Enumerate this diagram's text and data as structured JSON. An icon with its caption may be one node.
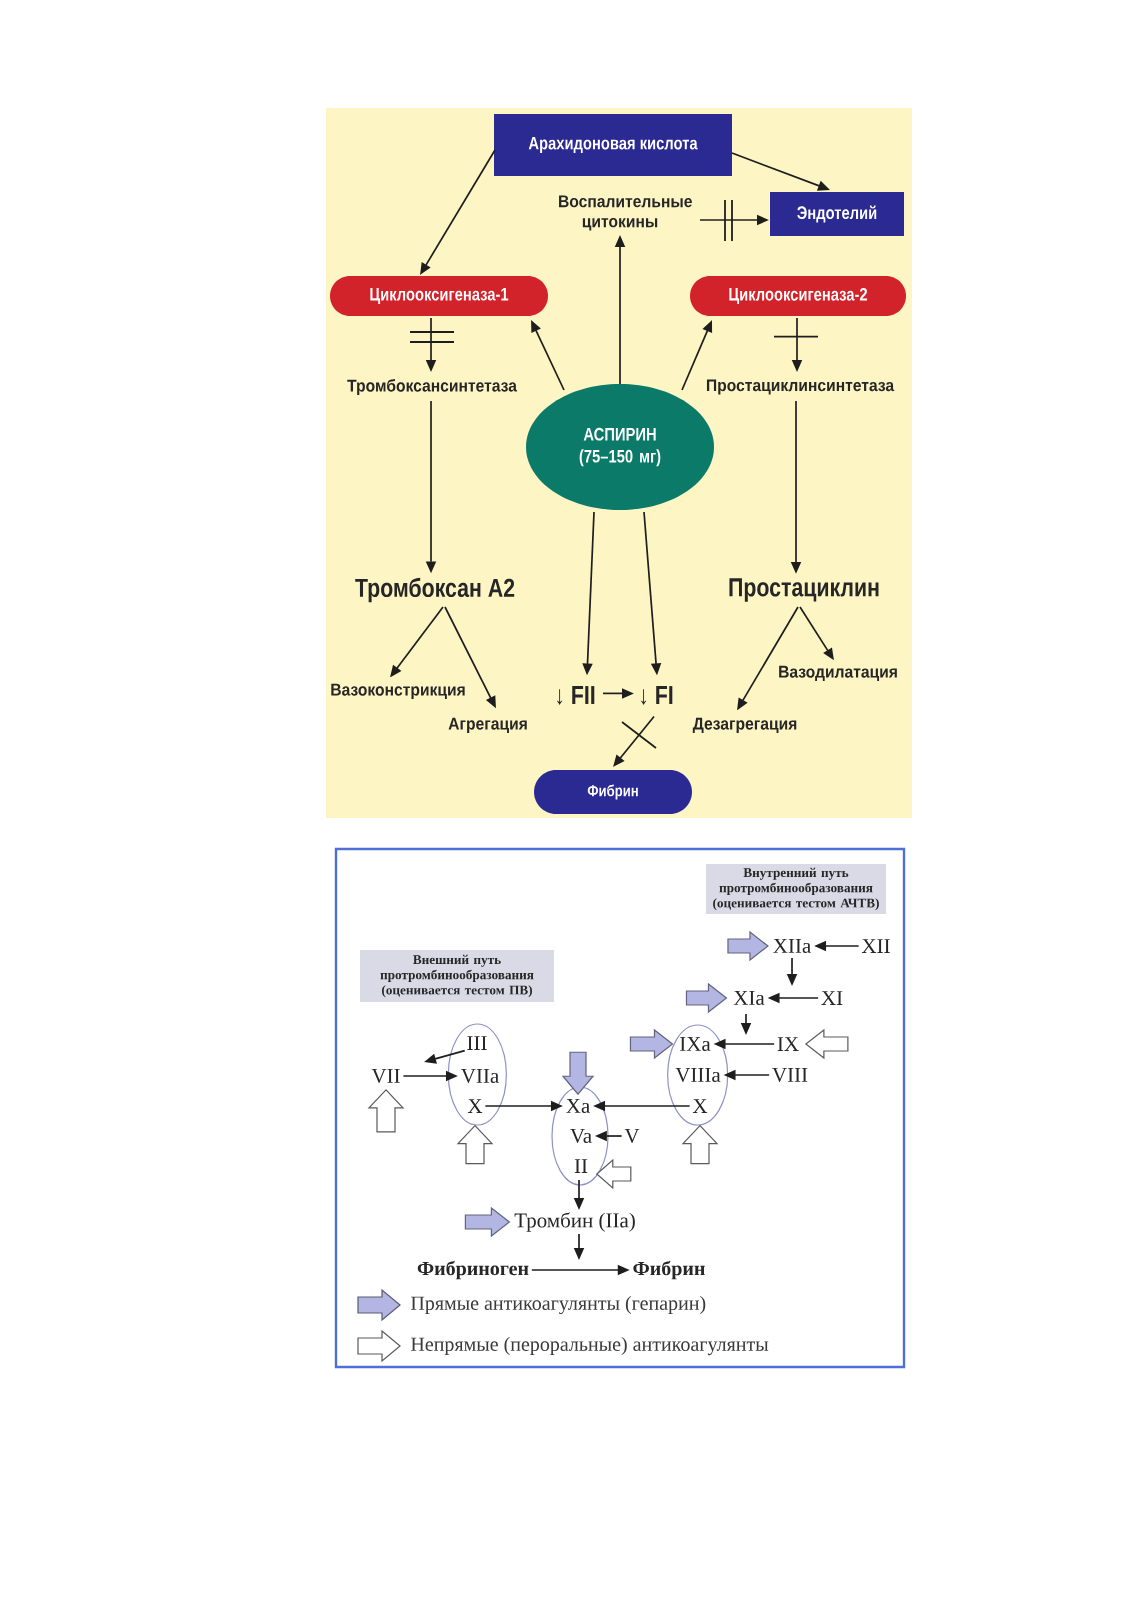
{
  "diagram": {
    "nodes": [
      {
        "text": [
          "Арахидоновая кислота"
        ]
      },
      {
        "text": [
          "Воспалительные цитокины"
        ]
      },
      {
        "text": [
          "Эндотелий"
        ]
      },
      {
        "text": [
          "Циклооксигеназа-1"
        ]
      },
      {
        "text": [
          "Циклооксигеназа-2"
        ]
      },
      {
        "text": [
          "Тромбоксансинтетаза"
        ]
      },
      {
        "text": [
          "Простациклинсинтетаза"
        ]
      },
      {
        "text": [
          "АСПИРИН (75–150 мг)"
        ]
      },
      {
        "text": [
          "Тромбоксан А2"
        ]
      },
      {
        "text": [
          "Простациклин"
        ]
      },
      {
        "text": [
          "Вазоконстрикция"
        ]
      },
      {
        "text": [
          "Агрегация"
        ]
      },
      {
        "text": [
          "↓ FII"
        ]
      },
      {
        "text": [
          "↓ FI"
        ]
      },
      {
        "text": [
          "Вазодилатация"
        ]
      },
      {
        "text": [
          "Дезагрегация"
        ]
      },
      {
        "text": [
          "Фибрин"
        ]
      },
      {
        "text": [
          "Внутренний путь протромбинообразования (оценивается тестом АЧТВ)"
        ]
      },
      {
        "text": [
          "XIIa"
        ]
      },
      {
        "text": [
          "XII"
        ]
      },
      {
        "text": [
          "XIa"
        ]
      },
      {
        "text": [
          "XI"
        ]
      },
      {
        "text": [
          "Внешний путь протромбинообразования (оценивается тестом ПВ)"
        ]
      },
      {
        "text": [],
        "shape": "ellipse"
      },
      {
        "text": [
          "III"
        ],
        "in": 23
      },
      {
        "text": [
          "VIIa"
        ],
        "in": 23
      },
      {
        "text": [
          "X"
        ],
        "in": 23
      },
      {
        "text": [
          "VII"
        ]
      },
      {
        "text": [],
        "shape": "ellipse"
      },
      {
        "text": [
          "Xa"
        ],
        "in": 28
      },
      {
        "text": [
          "Va"
        ],
        "in": 28
      },
      {
        "text": [
          "II"
        ],
        "in": 28
      },
      {
        "text": [
          "V"
        ]
      },
      {
        "text": [],
        "shape": "ellipse"
      },
      {
        "text": [
          "IXa"
        ],
        "in": 33
      },
      {
        "text": [
          "VIIIa"
        ],
        "in": 33
      },
      {
        "text": [
          "X"
        ],
        "in": 33
      },
      {
        "text": [
          "IX"
        ]
      },
      {
        "text": [
          "VIII"
        ]
      },
      {
        "text": [
          "Тромбин (IIa)"
        ]
      },
      {
        "text": [
          "Фибриноген"
        ]
      },
      {
        "text": [
          "Фибрин"
        ]
      }
    ],
    "edges": [
      {
        "from": 0,
        "to": 3,
        "arrow": "to"
      },
      {
        "from": 0,
        "to": 2,
        "arrow": "to"
      },
      {
        "from": 1,
        "to": 2,
        "arrow": "to"
      },
      {
        "from": 7,
        "to": 1,
        "arrow": "to"
      },
      {
        "from": 7,
        "to": 3,
        "arrow": "to"
      },
      {
        "from": 7,
        "to": 4,
        "arrow": "to"
      },
      {
        "from": 3,
        "to": 5,
        "arrow": "to"
      },
      {
        "from": 4,
        "to": 6,
        "arrow": "to"
      },
      {
        "from": 5,
        "to": 8,
        "arrow": "to"
      },
      {
        "from": 6,
        "to": 9,
        "arrow": "to"
      },
      {
        "from": 8,
        "to": 10,
        "arrow": "to"
      },
      {
        "from": 8,
        "to": 11,
        "arrow": "to"
      },
      {
        "from": 9,
        "to": 14,
        "arrow": "to"
      },
      {
        "from": 9,
        "to": 15,
        "arrow": "to"
      },
      {
        "from": 7,
        "to": 12,
        "arrow": "to"
      },
      {
        "from": 7,
        "to": 13,
        "arrow": "to"
      },
      {
        "from": 12,
        "to": 13,
        "arrow": "to"
      },
      {
        "from": 13,
        "to": 16,
        "arrow": "to"
      },
      {
        "from": 19,
        "to": 18,
        "arrow": "to"
      },
      {
        "from": 21,
        "to": 20,
        "arrow": "to"
      },
      {
        "from": 18,
        "to": 20,
        "arrow": "to"
      },
      {
        "from": 20,
        "to": 34,
        "arrow": "to"
      },
      {
        "from": 37,
        "to": 34,
        "arrow": "to"
      },
      {
        "from": 38,
        "to": 35,
        "arrow": "to"
      },
      {
        "from": 27,
        "to": 25,
        "arrow": "to"
      },
      {
        "from": 24,
        "to": 25,
        "arrow": "to"
      },
      {
        "from": 26,
        "to": 29,
        "arrow": "to"
      },
      {
        "from": 36,
        "to": 29,
        "arrow": "to"
      },
      {
        "from": 32,
        "to": 30,
        "arrow": "to"
      },
      {
        "from": 31,
        "to": 39,
        "arrow": "to"
      },
      {
        "from": 39,
        "to": null,
        "arrow": "to"
      },
      {
        "from": 40,
        "to": 41,
        "arrow": "to"
      },
      {
        "from": null,
        "to": 18,
        "arrow": "to",
        "style": "thick",
        "color": "#b3b6e3"
      },
      {
        "from": null,
        "to": 20,
        "arrow": "to",
        "style": "thick",
        "color": "#b3b6e3"
      },
      {
        "from": null,
        "to": 34,
        "arrow": "to",
        "style": "thick",
        "color": "#b3b6e3"
      },
      {
        "from": null,
        "to": 37,
        "arrow": "to",
        "style": "thick"
      },
      {
        "from": null,
        "to": 27,
        "arrow": "to",
        "style": "thick"
      },
      {
        "from": null,
        "to": 26,
        "arrow": "to",
        "style": "thick"
      },
      {
        "from": null,
        "to": 29,
        "arrow": "to",
        "style": "thick",
        "color": "#b3b6e3"
      },
      {
        "from": null,
        "to": 36,
        "arrow": "to",
        "style": "thick"
      },
      {
        "from": null,
        "to": 31,
        "arrow": "to",
        "style": "thick"
      },
      {
        "from": null,
        "to": 39,
        "arrow": "to",
        "style": "thick",
        "color": "#b3b6e3"
      }
    ],
    "legend": [
      {
        "text": "Прямые антикоагулянты (гепарин)",
        "color": "#b3b6e3"
      },
      {
        "text": "Непрямые (пероральные) антикоагулянты"
      }
    ]
  }
}
